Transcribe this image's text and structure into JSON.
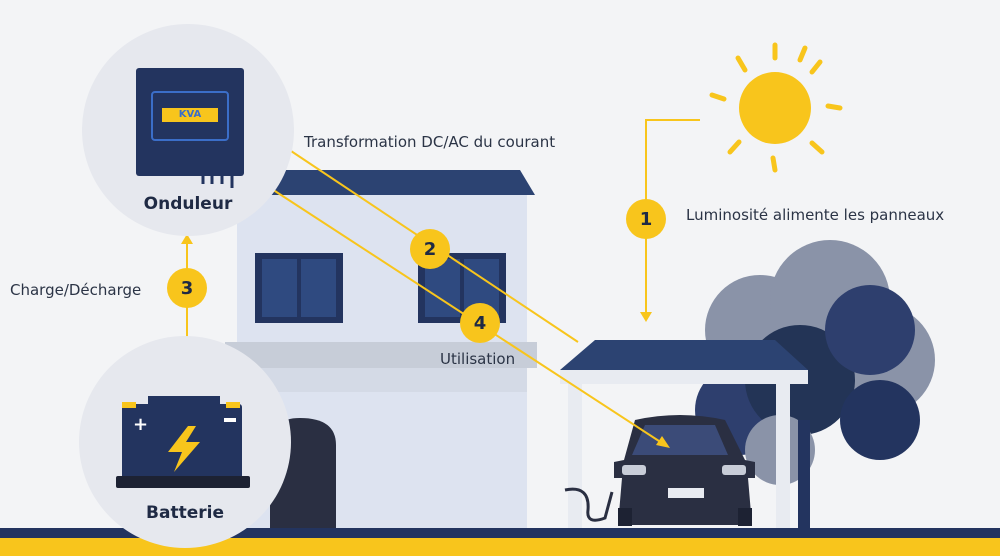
{
  "labels": {
    "transformation": "Transformation DC/AC du courant",
    "luminosite": "Luminosité alimente les panneaux",
    "charge": "Charge/Décharge",
    "utilisation": "Utilisation",
    "onduleur": "Onduleur",
    "batterie": "Batterie",
    "kva": "KVA"
  },
  "steps": {
    "s1": "1",
    "s2": "2",
    "s3": "3",
    "s4": "4"
  },
  "colors": {
    "navy": "#23345f",
    "yellow": "#f8c51c",
    "wall": "#dde3f0",
    "background": "#f3f4f6"
  }
}
